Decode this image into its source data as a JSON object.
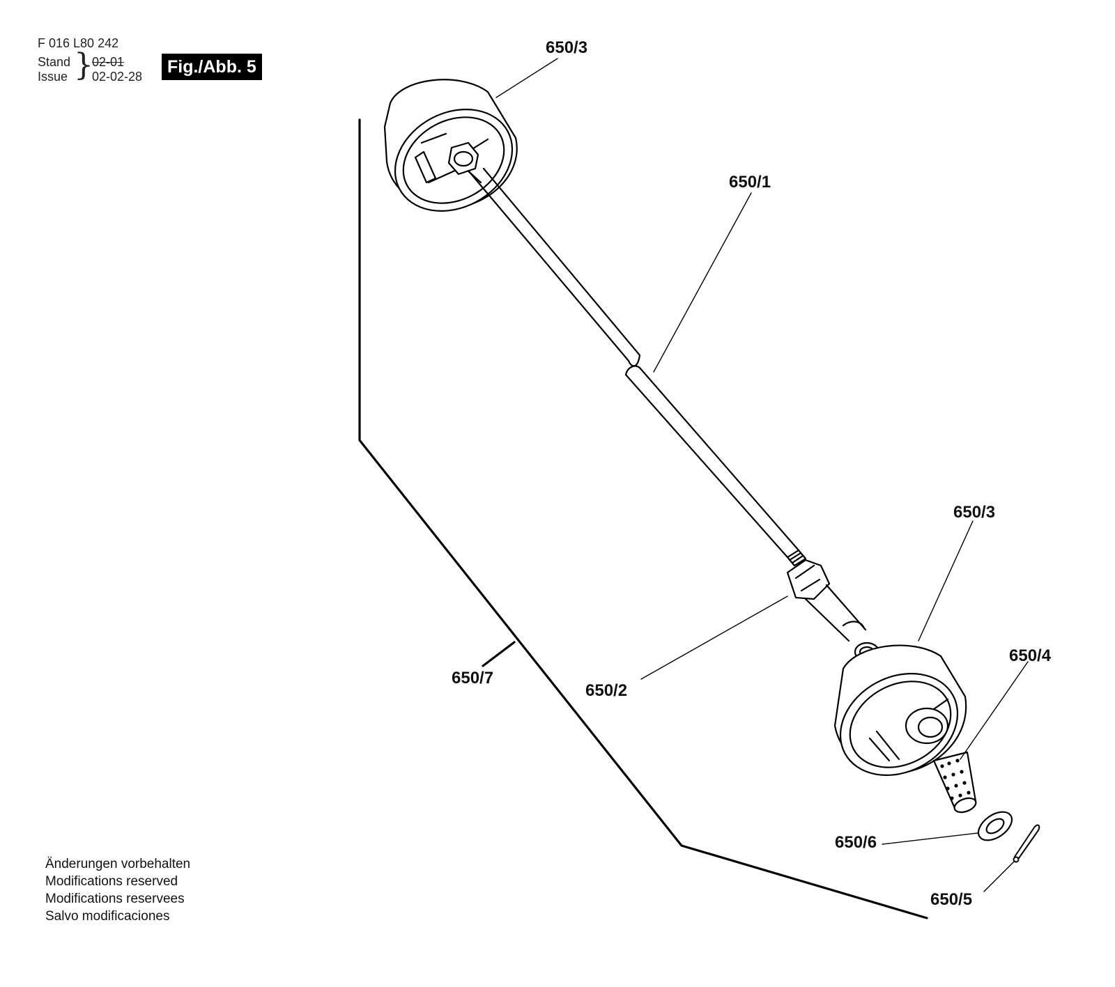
{
  "header": {
    "doc_number": "F 016 L80 242",
    "stand_label": "Stand",
    "issue_label": "Issue",
    "old_date": "02-01",
    "issue_date": "02-02-28",
    "figure_badge": "Fig./Abb. 5"
  },
  "callouts": {
    "c650_3_top": "650/3",
    "c650_1": "650/1",
    "c650_3_bottom": "650/3",
    "c650_4": "650/4",
    "c650_7": "650/7",
    "c650_2": "650/2",
    "c650_6": "650/6",
    "c650_5": "650/5"
  },
  "notes": [
    "Änderungen vorbehalten",
    "Modifications reserved",
    "Modifications reservees",
    "Salvo modificaciones"
  ]
}
